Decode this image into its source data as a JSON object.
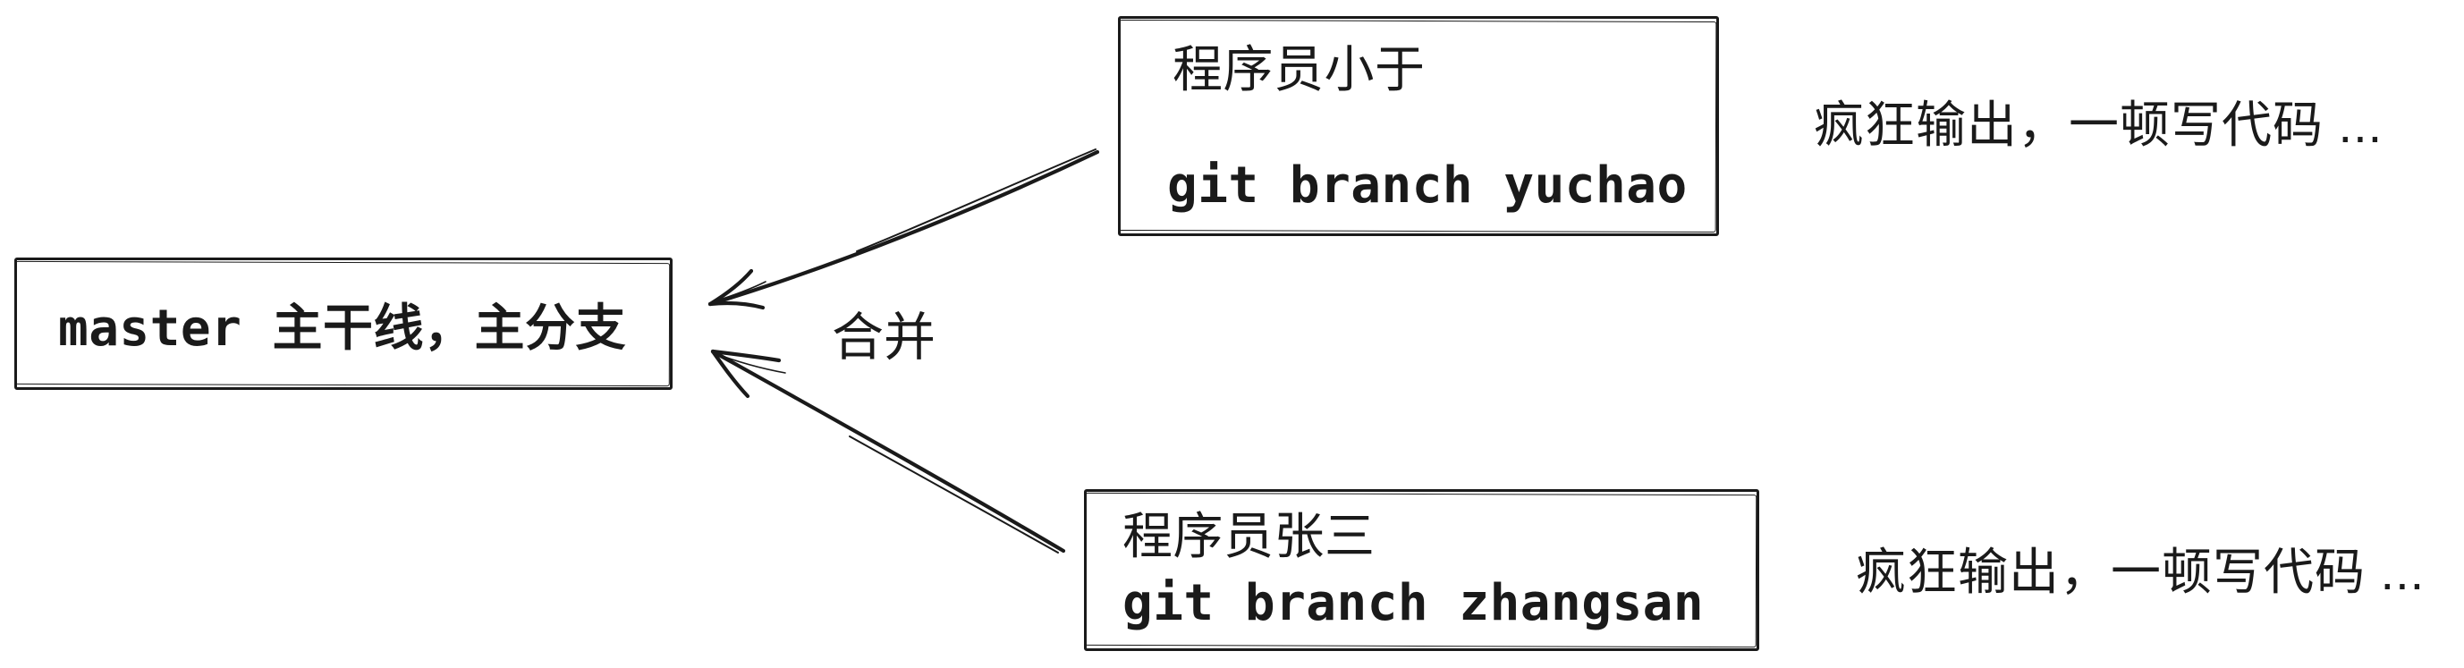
{
  "canvas": {
    "background": "#ffffff",
    "ink": "#1a1a1a"
  },
  "boxes": {
    "master": {
      "text": "master 主干线，主分支"
    },
    "yuchao": {
      "title": "程序员小于",
      "command": "git branch yuchao"
    },
    "zhangsan": {
      "title": "程序员张三",
      "command": "git branch zhangsan"
    }
  },
  "labels": {
    "merge": "合并"
  },
  "annotations": {
    "yuchao_activity": "疯狂输出，一顿写代码 ...",
    "zhangsan_activity": "疯狂输出，一顿写代码 ..."
  }
}
